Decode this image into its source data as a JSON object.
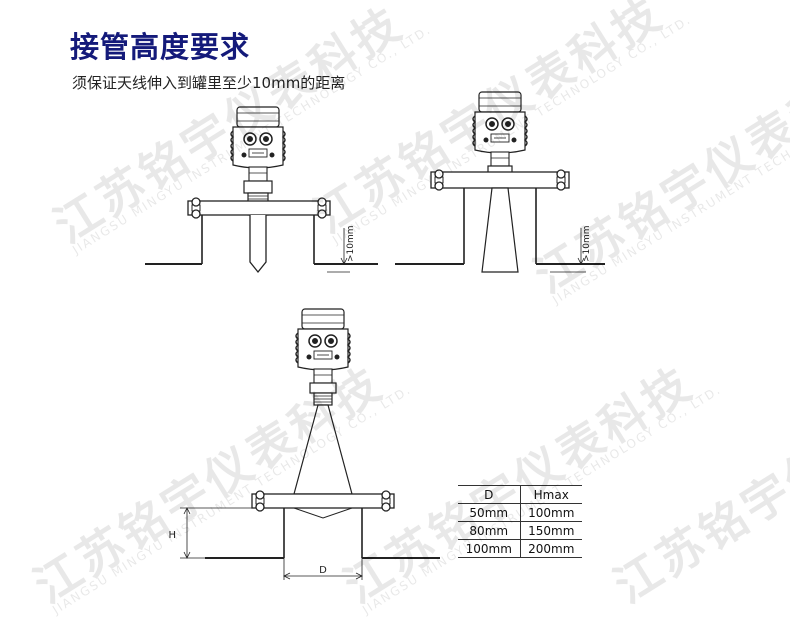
{
  "title": "接管高度要求",
  "subtitle": "须保证天线伸入到罐里至少10mm的距离",
  "diagram": {
    "min_insertion_label": ">10mm",
    "height_label": "H",
    "diameter_label": "D"
  },
  "table": {
    "headers": [
      "D",
      "Hmax"
    ],
    "rows": [
      [
        "50mm",
        "100mm"
      ],
      [
        "80mm",
        "150mm"
      ],
      [
        "100mm",
        "200mm"
      ]
    ]
  },
  "watermark": {
    "cn": "江苏铭宇仪表科技",
    "en": "JIANGSU MINGYU INSTRUMENT TECHNOLOGY CO., LTD."
  },
  "colors": {
    "title": "#141a7a",
    "line": "#222222"
  }
}
